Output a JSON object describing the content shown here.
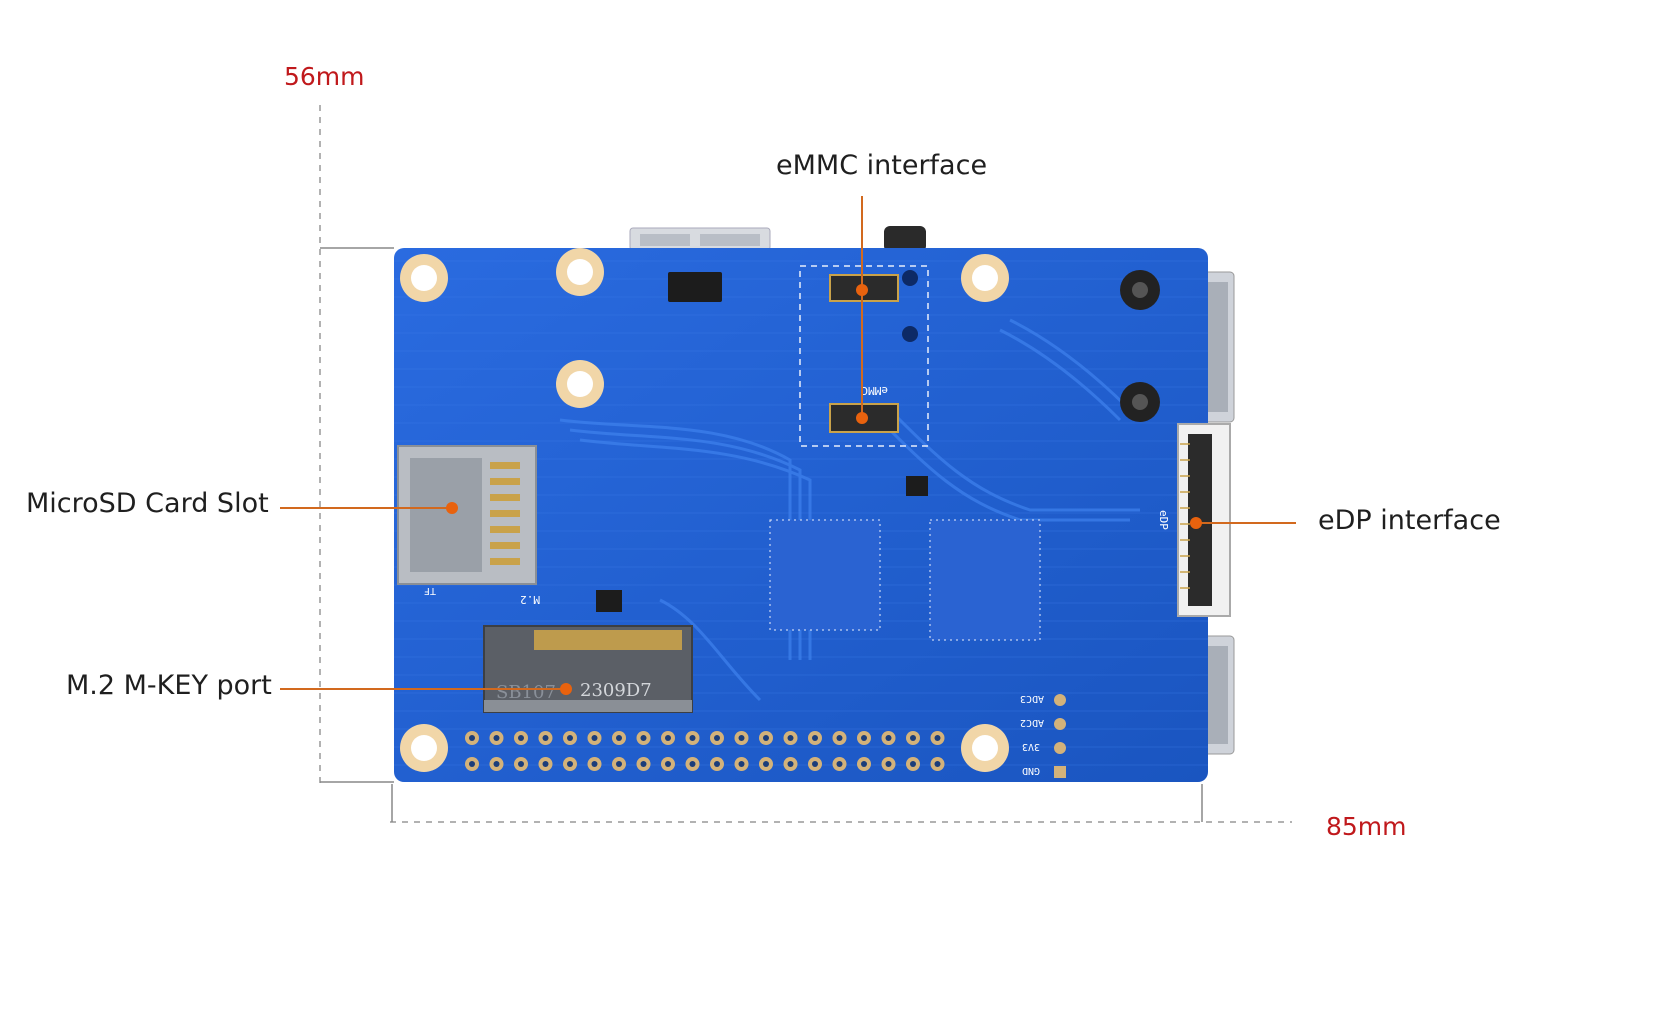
{
  "dimensions": {
    "height": "56mm",
    "width": "85mm",
    "color": "#c0191c"
  },
  "callouts": {
    "emmc": "eMMC interface",
    "microsd": "MicroSD Card Slot",
    "m2": "M.2 M-KEY port",
    "edp": "eDP interface",
    "line_color": "#d2691e"
  },
  "board": {
    "pcb_color": "#1f5fcf",
    "silkscreen": {
      "emmc": "eMMC",
      "edp": "eDP",
      "m2": "M.2",
      "tf": "TF",
      "m2_chip_a": "SB107",
      "m2_chip_b": "2309D7",
      "adc3": "ADC3",
      "adc2": "ADC2",
      "v33": "3V3",
      "gnd": "GND"
    }
  }
}
